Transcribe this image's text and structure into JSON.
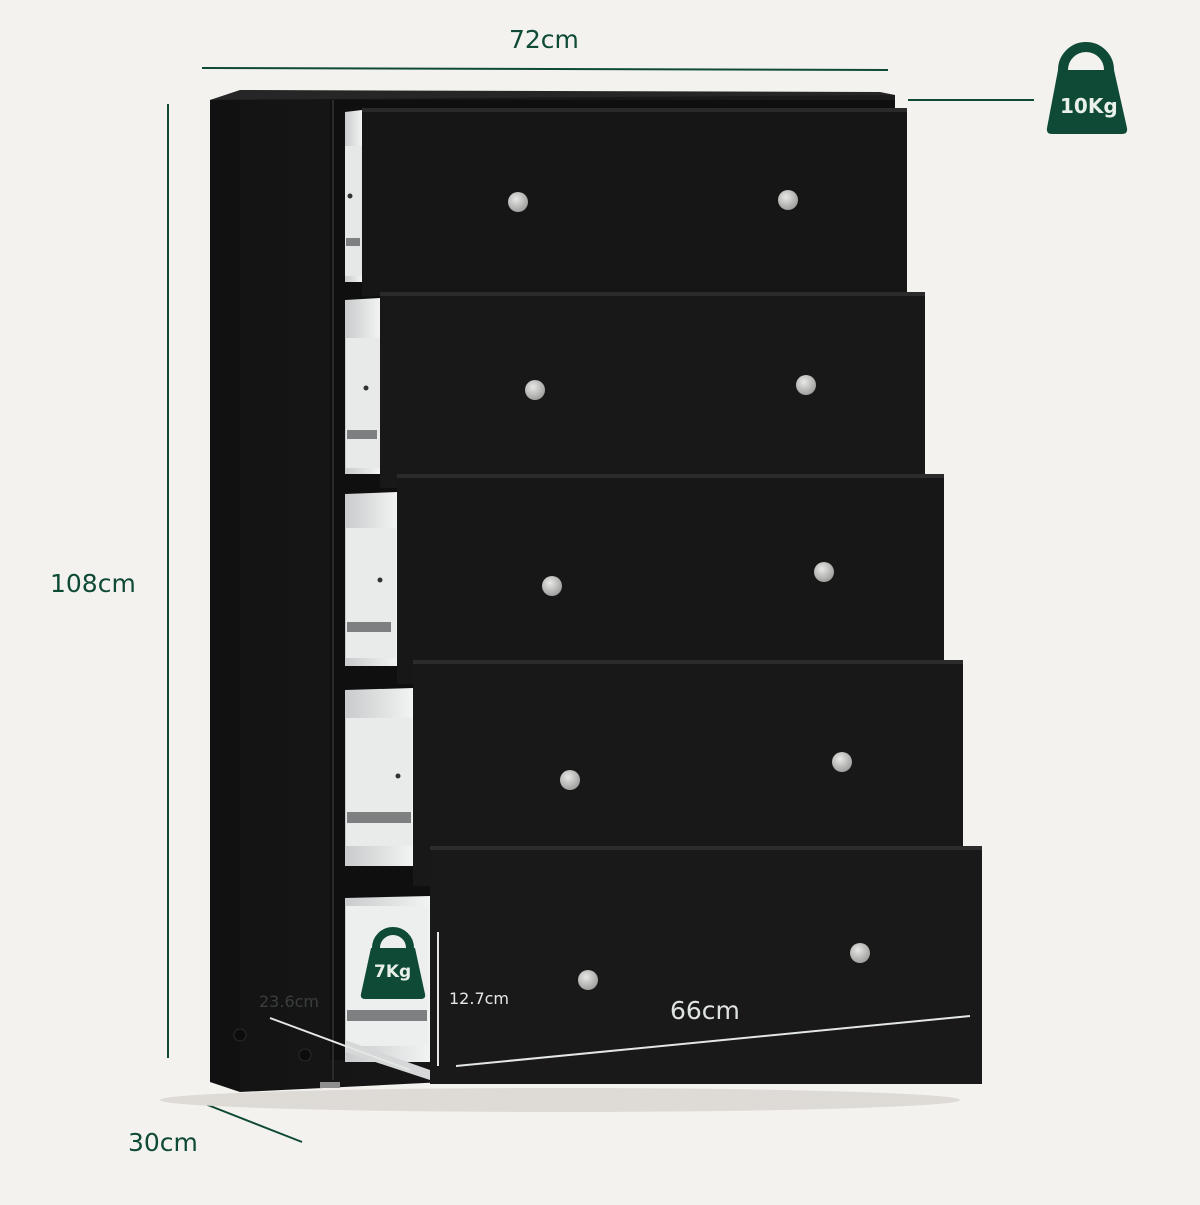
{
  "dimensions": {
    "width": "72cm",
    "height": "108cm",
    "depth": "30cm",
    "drawer_depth": "23.6cm",
    "drawer_height": "12.7cm",
    "drawer_width": "66cm"
  },
  "weights": {
    "top_load": "10Kg",
    "drawer_load": "7Kg"
  },
  "colors": {
    "accent": "#0e4a36",
    "furniture": "#1b1b1b",
    "background": "#f4f2ef"
  }
}
